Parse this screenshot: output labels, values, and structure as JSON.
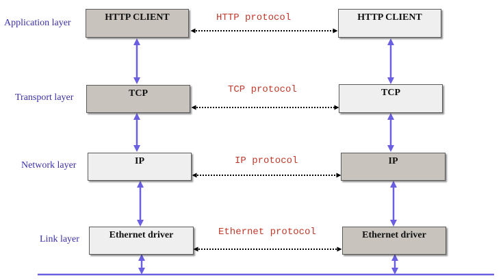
{
  "layers": [
    {
      "label": "Application layer",
      "left_box": "HTTP CLIENT",
      "right_box": "HTTP CLIENT",
      "protocol": "HTTP protocol"
    },
    {
      "label": "Transport layer",
      "left_box": "TCP",
      "right_box": "TCP",
      "protocol": "TCP protocol"
    },
    {
      "label": "Network layer",
      "left_box": "IP",
      "right_box": "IP",
      "protocol": "IP protocol"
    },
    {
      "label": "Link layer",
      "left_box": "Ethernet driver",
      "right_box": "Ethernet driver",
      "protocol": "Ethernet protocol"
    }
  ],
  "colors": {
    "label": "#3a2fa8",
    "protocol": "#c0392b",
    "arrow": "#6a5fe0",
    "box_dark": "#c8c4bd",
    "box_light": "#efefef"
  }
}
